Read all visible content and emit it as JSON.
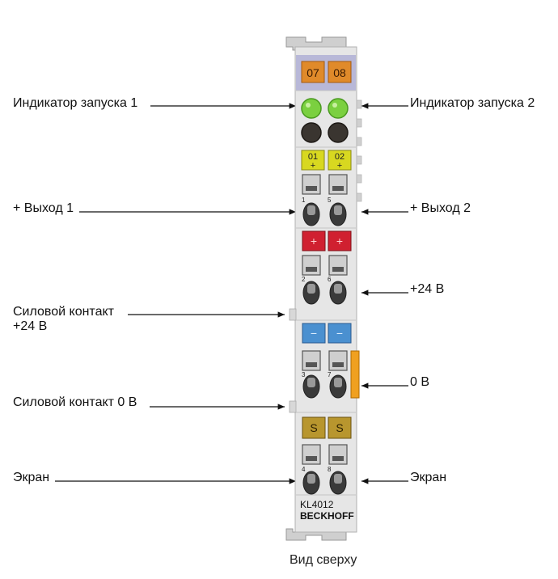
{
  "labels": {
    "led_run_1": "Индикатор запуска 1",
    "led_run_2": "Индикатор запуска 2",
    "out_plus_1": "+ Выход 1",
    "out_plus_2": "+ Выход 2",
    "plus24": "+24 В",
    "power_contact_24_line1": "Силовой контакт",
    "power_contact_24_line2": "+24 В",
    "zero_v": "0 В",
    "power_contact_0": "Силовой контакт 0 В",
    "shield_left": "Экран",
    "shield_right": "Экран"
  },
  "module": {
    "channel_tags": [
      "07",
      "08"
    ],
    "output_tags": [
      "01",
      "02"
    ],
    "output_tag_sign": "+",
    "plus_marks": [
      "+",
      "+"
    ],
    "minus_marks": [
      "−",
      "−"
    ],
    "shield_marks": [
      "S",
      "S"
    ],
    "terminal_numbers_left": [
      "1",
      "2",
      "3",
      "4"
    ],
    "terminal_numbers_right": [
      "5",
      "6",
      "7",
      "8"
    ],
    "model": "KL4012",
    "brand": "BECKHOFF"
  },
  "caption": "Вид сверху",
  "colors": {
    "housing": "#e6e6e6",
    "top_band": "#b8b8d8",
    "tag_orange": "#e08a2a",
    "led_green": "#7bd040",
    "led_dark": "#3a3530",
    "tag_yellow": "#d8d820",
    "plus_red": "#d02030",
    "minus_blue": "#4a90d0",
    "shield_olive": "#b8962e",
    "contact_orange": "#f0a020"
  }
}
